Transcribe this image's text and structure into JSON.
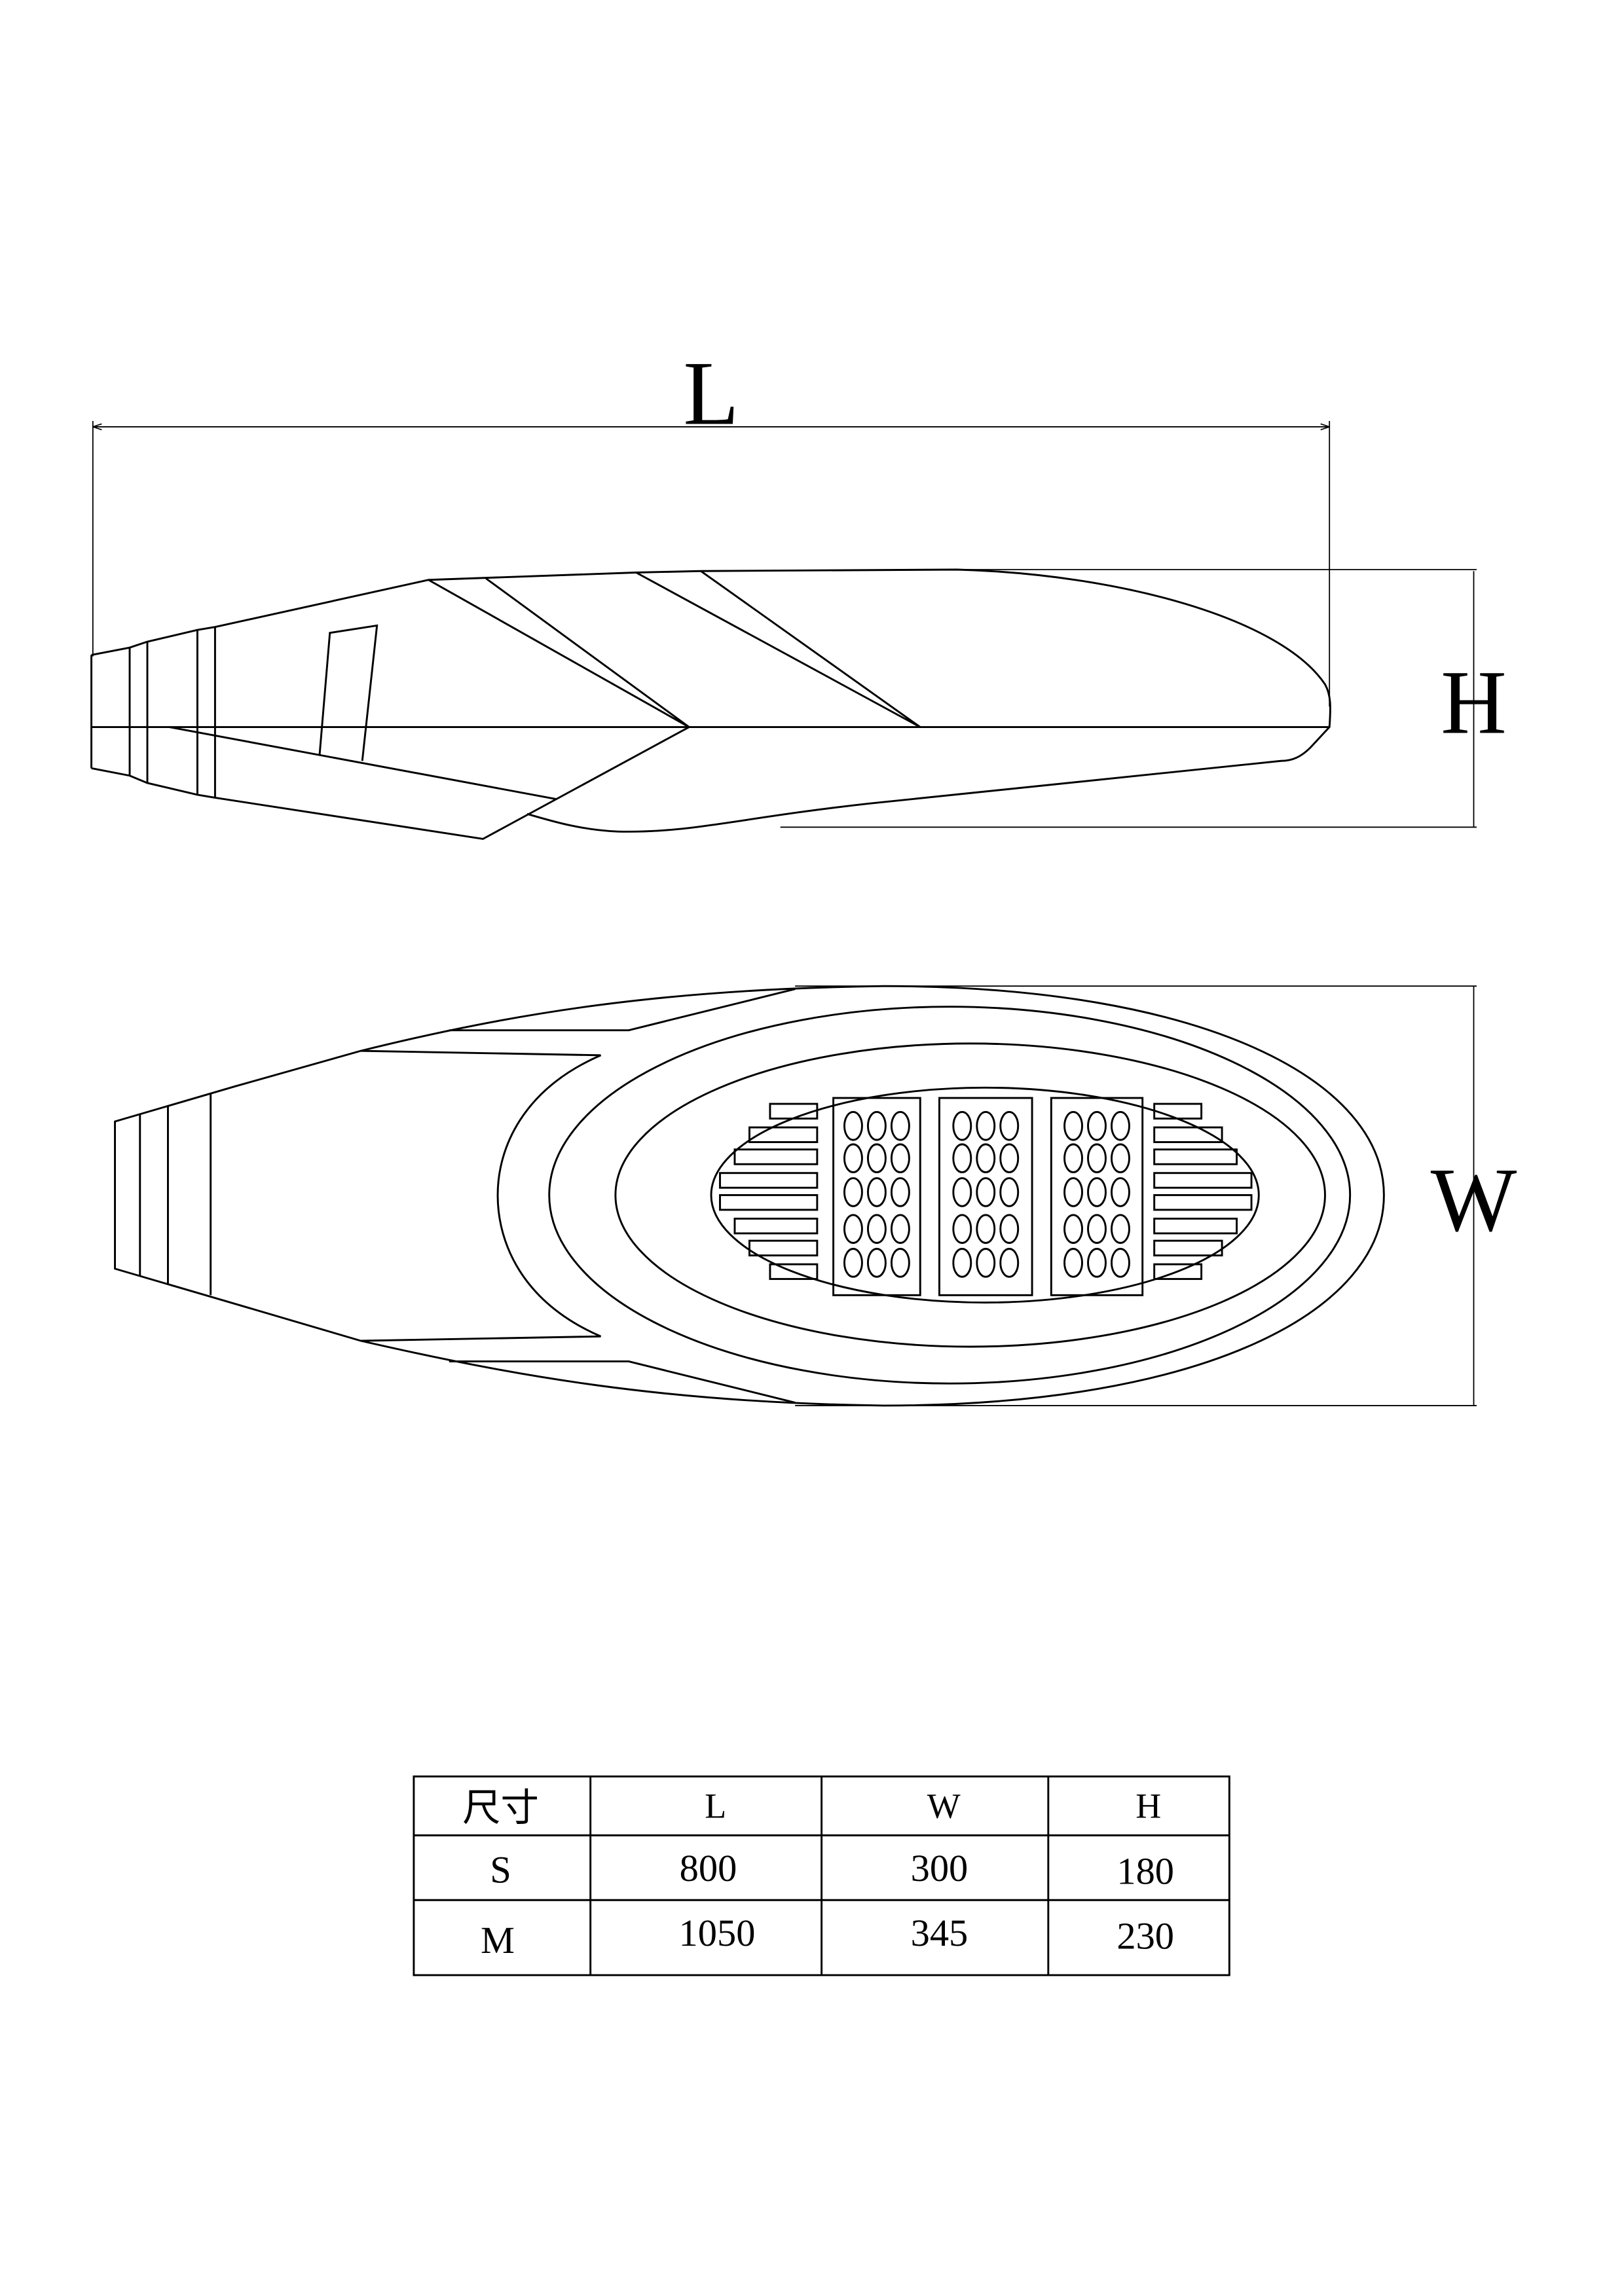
{
  "dimensions": {
    "length_label": "L",
    "height_label": "H",
    "width_label": "W"
  },
  "table": {
    "headers": [
      "尺寸",
      "L",
      "W",
      "H"
    ],
    "rows": [
      [
        "S",
        "800",
        "300",
        "180"
      ],
      [
        "M",
        "1050",
        "345",
        "230"
      ]
    ]
  }
}
